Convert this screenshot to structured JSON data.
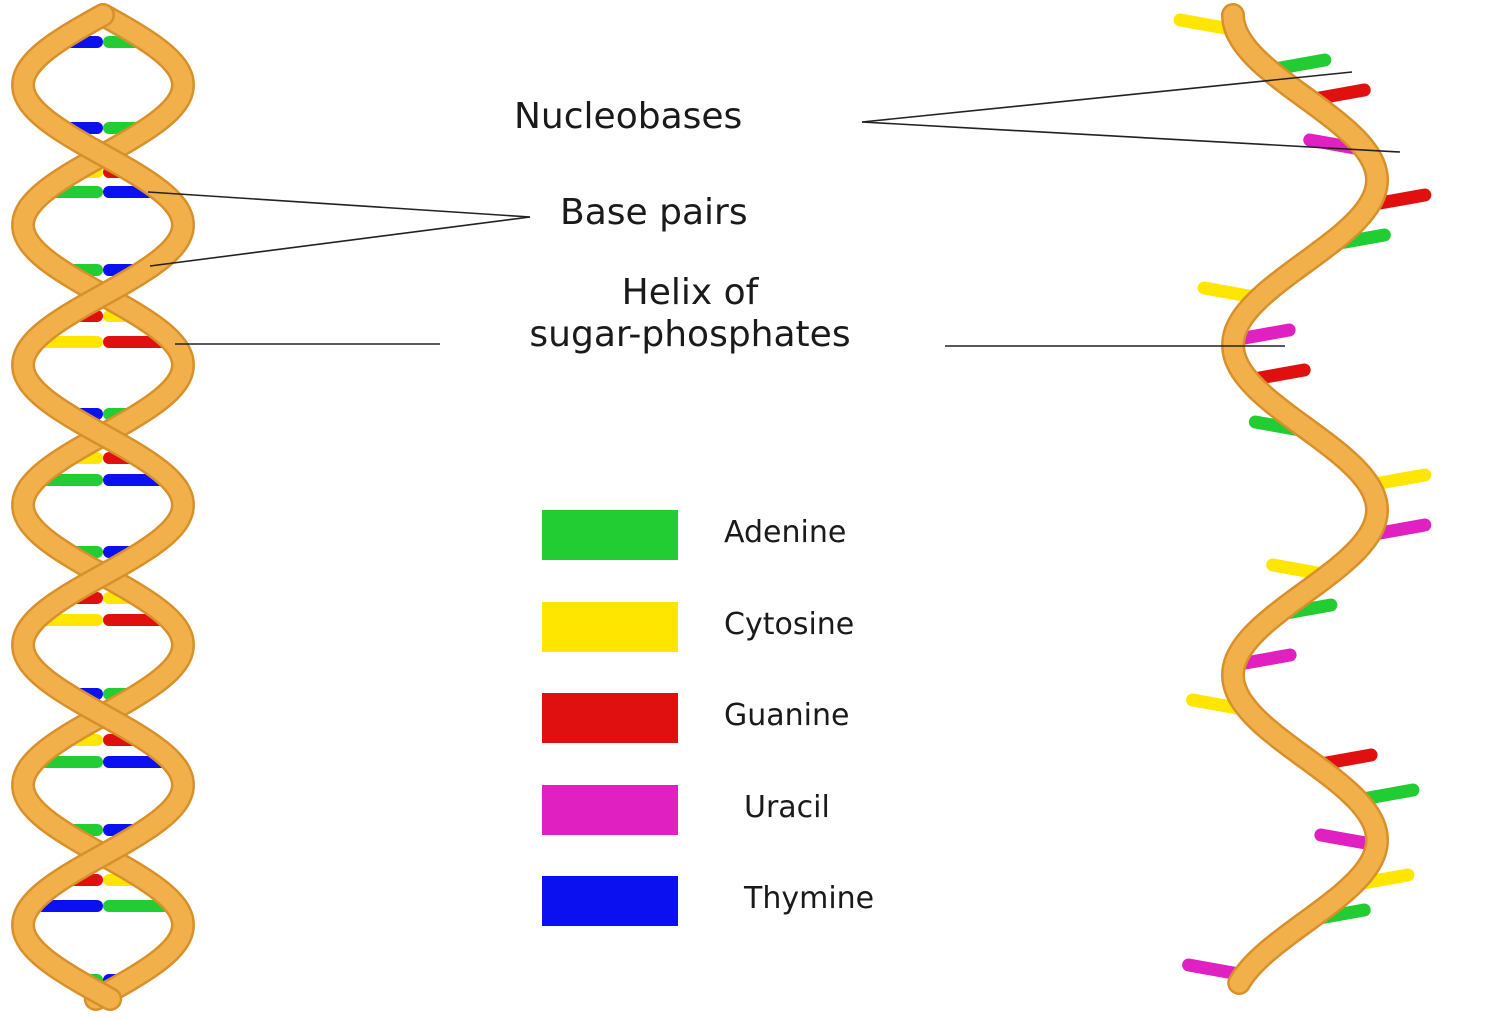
{
  "labels": {
    "nucleobases": "Nucleobases",
    "base_pairs": "Base pairs",
    "helix_line1": "Helix of",
    "helix_line2": "sugar-phosphates"
  },
  "legend": [
    {
      "name": "Adenine",
      "color": "#22cc33"
    },
    {
      "name": "Cytosine",
      "color": "#ffe600"
    },
    {
      "name": "Guanine",
      "color": "#e01010"
    },
    {
      "name": "Uracil",
      "color": "#e020c0"
    },
    {
      "name": "Thymine",
      "color": "#0a10f0"
    }
  ],
  "colors": {
    "backbone": "#f2b04a",
    "backbone_edge": "#d8902a",
    "leader_line": "#222222"
  }
}
